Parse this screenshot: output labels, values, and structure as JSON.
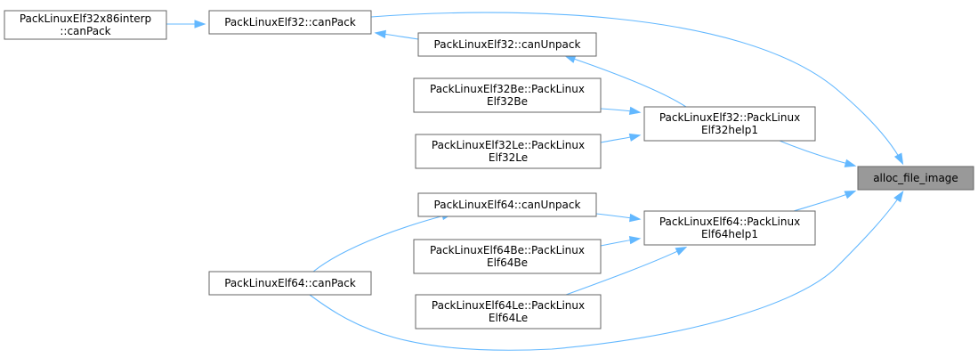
{
  "graph": {
    "nodes": {
      "alloc_file_image": [
        "alloc_file_image"
      ],
      "elf32_canpack": [
        "PackLinuxElf32::canPack"
      ],
      "elf32x86interp_canpack": [
        "PackLinuxElf32x86interp",
        "::canPack"
      ],
      "elf32_canunpack": [
        "PackLinuxElf32::canUnpack"
      ],
      "elf32be_ctor": [
        "PackLinuxElf32Be::PackLinux",
        "Elf32Be"
      ],
      "elf32_help1": [
        "PackLinuxElf32::PackLinux",
        "Elf32help1"
      ],
      "elf32le_ctor": [
        "PackLinuxElf32Le::PackLinux",
        "Elf32Le"
      ],
      "elf64_canunpack": [
        "PackLinuxElf64::canUnpack"
      ],
      "elf64_help1": [
        "PackLinuxElf64::PackLinux",
        "Elf64help1"
      ],
      "elf64be_ctor": [
        "PackLinuxElf64Be::PackLinux",
        "Elf64Be"
      ],
      "elf64_canpack": [
        "PackLinuxElf64::canPack"
      ],
      "elf64le_ctor": [
        "PackLinuxElf64Le::PackLinux",
        "Elf64Le"
      ]
    },
    "edges": [
      {
        "from": "elf32_canpack",
        "to": "alloc_file_image"
      },
      {
        "from": "elf32x86interp_canpack",
        "to": "elf32_canpack"
      },
      {
        "from": "elf32_canunpack",
        "to": "elf32_canpack"
      },
      {
        "from": "elf32_help1",
        "to": "elf32_canunpack"
      },
      {
        "from": "elf32be_ctor",
        "to": "elf32_help1"
      },
      {
        "from": "elf32le_ctor",
        "to": "elf32_help1"
      },
      {
        "from": "elf32_help1",
        "to": "alloc_file_image"
      },
      {
        "from": "elf64_help1",
        "to": "alloc_file_image"
      },
      {
        "from": "elf64_canunpack",
        "to": "elf64_help1"
      },
      {
        "from": "elf64be_ctor",
        "to": "elf64_help1"
      },
      {
        "from": "elf64le_ctor",
        "to": "elf64_help1"
      },
      {
        "from": "elf64_canpack",
        "to": "elf64_canunpack"
      },
      {
        "from": "elf64_canpack",
        "to": "alloc_file_image"
      }
    ],
    "colors": {
      "edge": "#63b8ff",
      "node_border": "#666666",
      "focus_fill": "#999999",
      "node_fill": "#ffffff"
    }
  }
}
